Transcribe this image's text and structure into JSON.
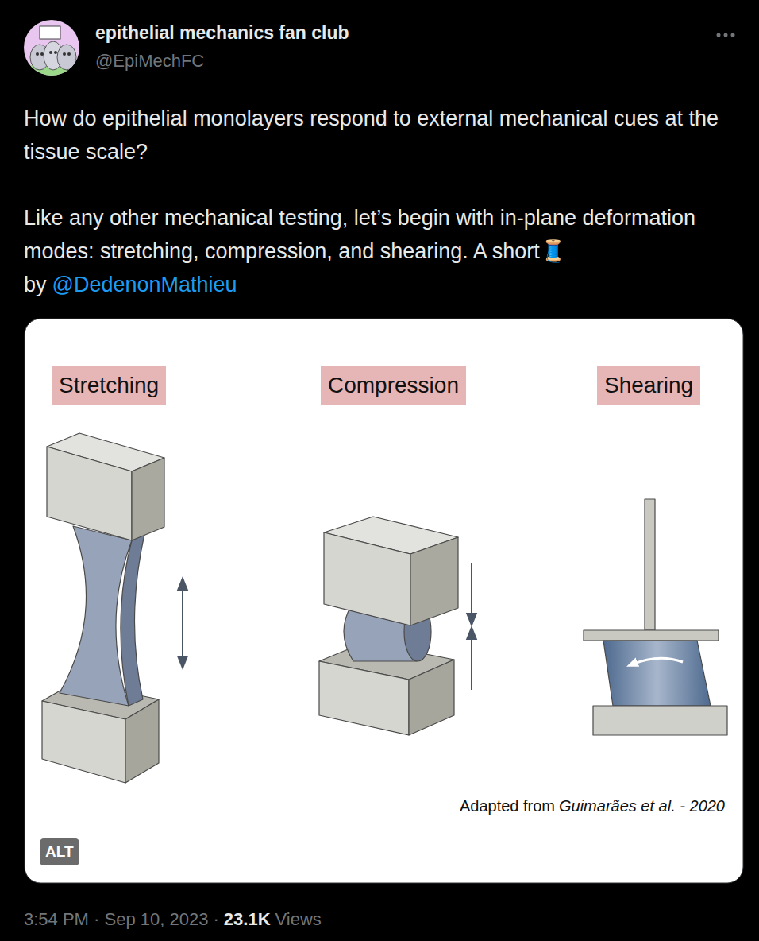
{
  "diagram": {
    "nodes": [
      {
        "text": [
          "Stretching"
        ]
      },
      {
        "text": [
          "Compression"
        ]
      },
      {
        "text": [
          "Shearing"
        ]
      },
      {
        "text": [
          "ALT"
        ]
      }
    ],
    "labels": [
      "epithelial mechanics fan club",
      "@EpiMechFC",
      "How do epithelial monolayers respond to external mechanical cues at the tissue scale?",
      "Like any other mechanical testing, let’s begin with in-plane deformation modes: stretching, compression, and shearing. A short🧵 by",
      "@DedenonMathieu",
      "Adapted from",
      "Guimarães et al. - 2020",
      "3:54 PM · Sep 10, 2023 ·",
      "23.1K",
      "Views"
    ]
  }
}
